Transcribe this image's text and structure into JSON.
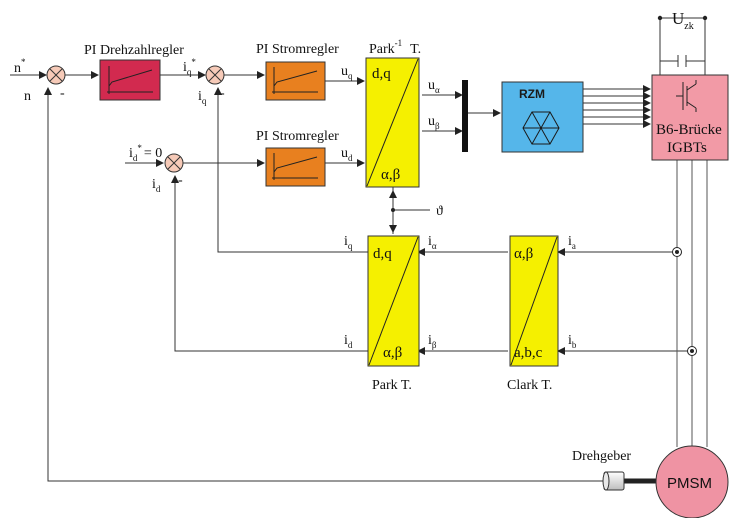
{
  "titles": {
    "speed_ctrl": "PI Drehzahlregler",
    "current_q": "PI Stromregler",
    "current_d": "PI Stromregler",
    "park_inv": "Park",
    "park_inv_sup": "-1",
    "park_inv_t": "T.",
    "park": "Park T.",
    "clark": "Clark T.",
    "encoder": "Drehgeber"
  },
  "signals": {
    "n_ref": "n",
    "n_ref_sup": "*",
    "n_fb": "n",
    "iq_ref": "i",
    "iq_ref_sub": "q",
    "iq_ref_sup": "*",
    "iq_fb": "i",
    "iq_fb_sub": "q",
    "id_ref": "i",
    "id_ref_sub": "d",
    "id_ref_sup": "*",
    "id_ref_val": "= 0",
    "id_fb": "i",
    "id_fb_sub": "d",
    "uq": "u",
    "uq_sub": "q",
    "ud": "u",
    "ud_sub": "d",
    "ualpha": "u",
    "ualpha_sub": "α",
    "ubeta": "u",
    "ubeta_sub": "β",
    "theta": "ϑ",
    "park_iq": "i",
    "park_iq_sub": "q",
    "park_id": "i",
    "park_id_sub": "d",
    "ialpha": "i",
    "ialpha_sub": "α",
    "ibeta": "i",
    "ibeta_sub": "β",
    "ia": "i",
    "ia_sub": "a",
    "ib": "i",
    "ib_sub": "b",
    "udc": "U",
    "udc_sub": "zk",
    "minus": "-"
  },
  "blocks": {
    "park_inv_top": "d,q",
    "park_inv_bottom": "α,β",
    "park_top": "d,q",
    "park_bottom": "α,β",
    "clark_top": "α,β",
    "clark_bottom": "a,b,c",
    "rzm": "RZM",
    "inverter_line1": "B6-Brücke",
    "inverter_line2": "IGBTs",
    "motor": "PMSM"
  },
  "colors": {
    "speed_ctrl": "#d22a4f",
    "current_ctrl": "#e8801f",
    "transform": "#f5f000",
    "rzm": "#55b6ea",
    "inverter": "#f29aa6",
    "motor": "#ef93a3",
    "summing": "#f6cab8"
  }
}
